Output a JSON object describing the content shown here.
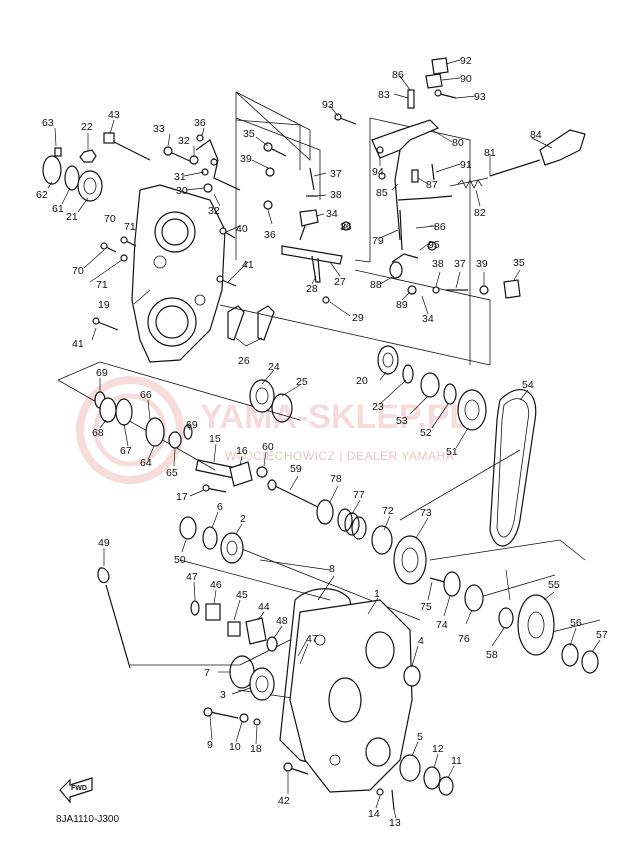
{
  "diagram_code": "8JA1110-J300",
  "watermark": {
    "title": "YAMA-SKLEP.PL",
    "subtitle": "WOJCIECHOWICZ | DEALER YAMAHA"
  },
  "fwd_label": "FWD",
  "callouts": [
    {
      "id": "c1",
      "text": "1"
    },
    {
      "id": "c2",
      "text": "2"
    },
    {
      "id": "c3",
      "text": "3"
    },
    {
      "id": "c4",
      "text": "4"
    },
    {
      "id": "c5",
      "text": "5"
    },
    {
      "id": "c6",
      "text": "6"
    },
    {
      "id": "c7",
      "text": "7"
    },
    {
      "id": "c8",
      "text": "8"
    },
    {
      "id": "c9",
      "text": "9"
    },
    {
      "id": "c10",
      "text": "10"
    },
    {
      "id": "c11",
      "text": "11"
    },
    {
      "id": "c12",
      "text": "12"
    },
    {
      "id": "c13",
      "text": "13"
    },
    {
      "id": "c14",
      "text": "14"
    },
    {
      "id": "c15",
      "text": "15"
    },
    {
      "id": "c16",
      "text": "16"
    },
    {
      "id": "c17",
      "text": "17"
    },
    {
      "id": "c18",
      "text": "18"
    },
    {
      "id": "c19",
      "text": "19"
    },
    {
      "id": "c20",
      "text": "20"
    },
    {
      "id": "c21",
      "text": "21"
    },
    {
      "id": "c22",
      "text": "22"
    },
    {
      "id": "c23",
      "text": "23"
    },
    {
      "id": "c24",
      "text": "24"
    },
    {
      "id": "c25",
      "text": "25"
    },
    {
      "id": "c26",
      "text": "26"
    },
    {
      "id": "c27",
      "text": "27"
    },
    {
      "id": "c28",
      "text": "28"
    },
    {
      "id": "c29",
      "text": "29"
    },
    {
      "id": "c30",
      "text": "30"
    },
    {
      "id": "c31",
      "text": "31"
    },
    {
      "id": "c32a",
      "text": "32"
    },
    {
      "id": "c32b",
      "text": "32"
    },
    {
      "id": "c33",
      "text": "33"
    },
    {
      "id": "c34a",
      "text": "34"
    },
    {
      "id": "c34b",
      "text": "34"
    },
    {
      "id": "c35a",
      "text": "35"
    },
    {
      "id": "c35b",
      "text": "35"
    },
    {
      "id": "c36a",
      "text": "36"
    },
    {
      "id": "c36b",
      "text": "36"
    },
    {
      "id": "c36c",
      "text": "36"
    },
    {
      "id": "c37a",
      "text": "37"
    },
    {
      "id": "c37b",
      "text": "37"
    },
    {
      "id": "c38a",
      "text": "38"
    },
    {
      "id": "c38b",
      "text": "38"
    },
    {
      "id": "c39a",
      "text": "39"
    },
    {
      "id": "c39b",
      "text": "39"
    },
    {
      "id": "c40",
      "text": "40"
    },
    {
      "id": "c41a",
      "text": "41"
    },
    {
      "id": "c41b",
      "text": "41"
    },
    {
      "id": "c42",
      "text": "42"
    },
    {
      "id": "c43",
      "text": "43"
    },
    {
      "id": "c44",
      "text": "44"
    },
    {
      "id": "c45",
      "text": "45"
    },
    {
      "id": "c46",
      "text": "46"
    },
    {
      "id": "c47a",
      "text": "47"
    },
    {
      "id": "c47b",
      "text": "47"
    },
    {
      "id": "c48",
      "text": "48"
    },
    {
      "id": "c49",
      "text": "49"
    },
    {
      "id": "c50",
      "text": "50"
    },
    {
      "id": "c51",
      "text": "51"
    },
    {
      "id": "c52",
      "text": "52"
    },
    {
      "id": "c53",
      "text": "53"
    },
    {
      "id": "c54",
      "text": "54"
    },
    {
      "id": "c55",
      "text": "55"
    },
    {
      "id": "c56",
      "text": "56"
    },
    {
      "id": "c57",
      "text": "57"
    },
    {
      "id": "c58",
      "text": "58"
    },
    {
      "id": "c59",
      "text": "59"
    },
    {
      "id": "c60",
      "text": "60"
    },
    {
      "id": "c61",
      "text": "61"
    },
    {
      "id": "c62",
      "text": "62"
    },
    {
      "id": "c63",
      "text": "63"
    },
    {
      "id": "c64",
      "text": "64"
    },
    {
      "id": "c65",
      "text": "65"
    },
    {
      "id": "c66",
      "text": "66"
    },
    {
      "id": "c67",
      "text": "67"
    },
    {
      "id": "c68",
      "text": "68"
    },
    {
      "id": "c69a",
      "text": "69"
    },
    {
      "id": "c69b",
      "text": "69"
    },
    {
      "id": "c70a",
      "text": "70"
    },
    {
      "id": "c70b",
      "text": "70"
    },
    {
      "id": "c71a",
      "text": "71"
    },
    {
      "id": "c71b",
      "text": "71"
    },
    {
      "id": "c72",
      "text": "72"
    },
    {
      "id": "c73",
      "text": "73"
    },
    {
      "id": "c74",
      "text": "74"
    },
    {
      "id": "c75",
      "text": "75"
    },
    {
      "id": "c76",
      "text": "76"
    },
    {
      "id": "c77",
      "text": "77"
    },
    {
      "id": "c78",
      "text": "78"
    },
    {
      "id": "c79",
      "text": "79"
    },
    {
      "id": "c80",
      "text": "80"
    },
    {
      "id": "c81",
      "text": "81"
    },
    {
      "id": "c82",
      "text": "82"
    },
    {
      "id": "c83",
      "text": "83"
    },
    {
      "id": "c84",
      "text": "84"
    },
    {
      "id": "c85",
      "text": "85"
    },
    {
      "id": "c86a",
      "text": "86"
    },
    {
      "id": "c86b",
      "text": "86"
    },
    {
      "id": "c87",
      "text": "87"
    },
    {
      "id": "c88",
      "text": "88"
    },
    {
      "id": "c89",
      "text": "89"
    },
    {
      "id": "c90",
      "text": "90"
    },
    {
      "id": "c91",
      "text": "91"
    },
    {
      "id": "c92",
      "text": "92"
    },
    {
      "id": "c93a",
      "text": "93"
    },
    {
      "id": "c93b",
      "text": "93"
    },
    {
      "id": "c94",
      "text": "94"
    },
    {
      "id": "c95",
      "text": "95"
    }
  ]
}
